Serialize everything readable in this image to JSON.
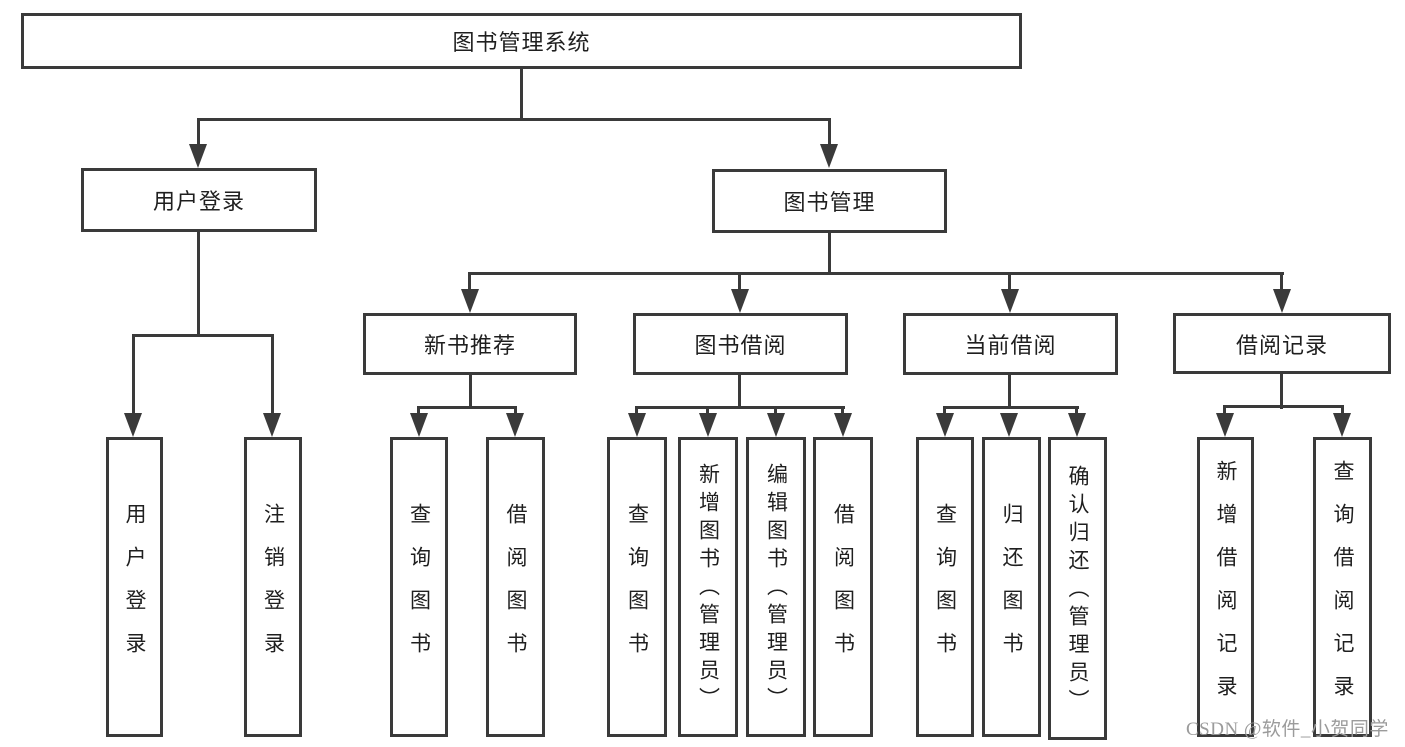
{
  "diagram": {
    "title": "图书管理系统",
    "watermark": "CSDN @软件_小贺同学",
    "colors": {
      "line": "#3a3a3a",
      "text": "#1f1f1f",
      "box_bg": "#ffffff",
      "watermark": "#9b9b9b"
    },
    "nodes": {
      "root": {
        "label": "图书管理系统"
      },
      "level2": [
        {
          "label": "用户登录"
        },
        {
          "label": "图书管理"
        }
      ],
      "level3": [
        {
          "label": "新书推荐"
        },
        {
          "label": "图书借阅"
        },
        {
          "label": "当前借阅"
        },
        {
          "label": "借阅记录"
        }
      ],
      "level4": [
        {
          "label": "用户登录"
        },
        {
          "label": "注销登录"
        },
        {
          "label": "查询图书"
        },
        {
          "label": "借阅图书"
        },
        {
          "label": "查询图书"
        },
        {
          "label": "新增图书（管理员）"
        },
        {
          "label": "编辑图书（管理员）"
        },
        {
          "label": "借阅图书"
        },
        {
          "label": "查询图书"
        },
        {
          "label": "归还图书"
        },
        {
          "label": "确认归还（管理员）"
        },
        {
          "label": "新增借阅记录"
        },
        {
          "label": "查询借阅记录"
        }
      ]
    }
  }
}
